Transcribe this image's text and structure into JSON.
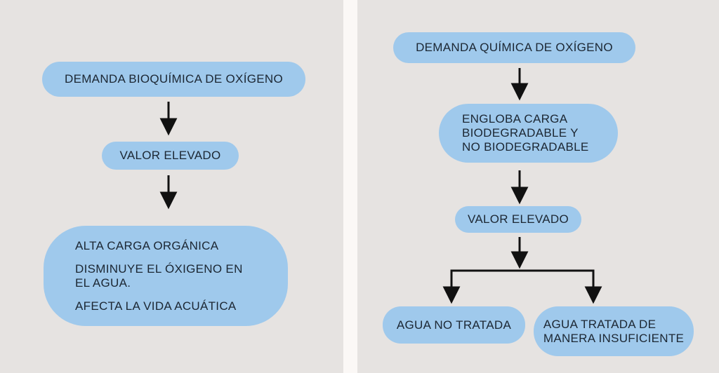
{
  "left": {
    "title": "DEMANDA BIOQUÍMICA DE OXÍGENO",
    "step2": "VALOR ELEVADO",
    "effects": [
      "ALTA CARGA ORGÁNICA",
      "DISMINUYE EL ÓXIGENO EN",
      "EL AGUA.",
      "AFECTA LA VIDA ACUÁTICA"
    ]
  },
  "right": {
    "title": "DEMANDA QUÍMICA DE OXÍGENO",
    "step2": [
      "ENGLOBA CARGA",
      "BIODEGRADABLE Y",
      "NO BIODEGRADABLE"
    ],
    "step3": "VALOR ELEVADO",
    "branch_a": "AGUA NO TRATADA",
    "branch_b": [
      "AGUA TRATADA DE",
      "MANERA INSUFICIENTE"
    ]
  },
  "colors": {
    "box": "#9fc9ec",
    "background": "#e6e3e1",
    "arrow": "#111111"
  }
}
